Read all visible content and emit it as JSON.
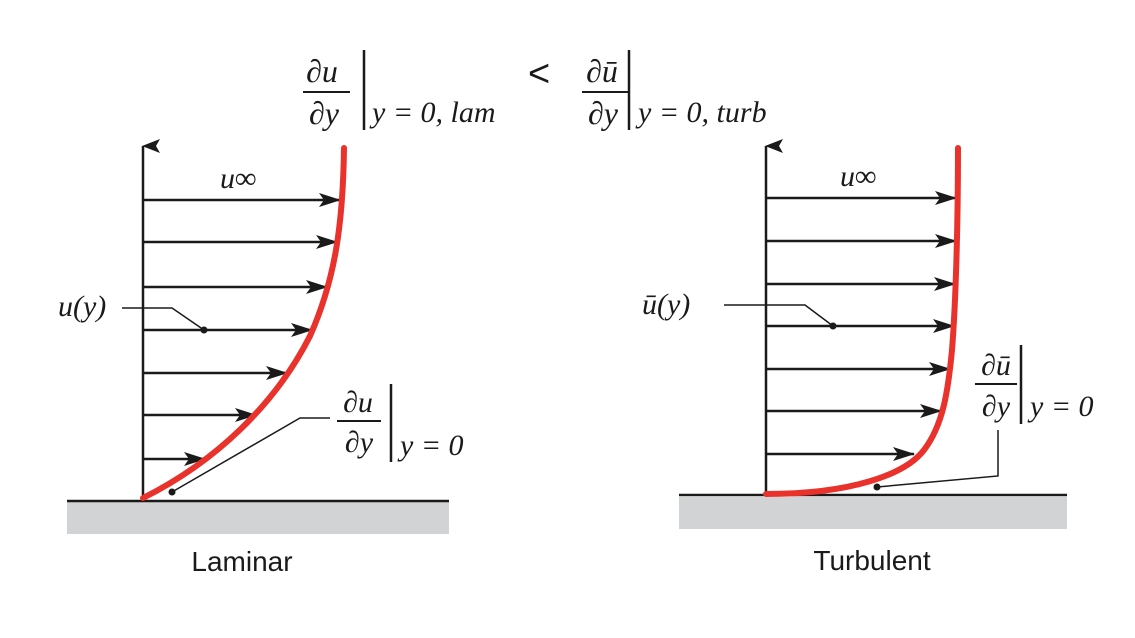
{
  "header": {
    "lhs_num": "∂u",
    "lhs_den": "∂y",
    "lhs_eval": "y = 0, lam",
    "relation": "<",
    "rhs_num": "∂ū",
    "rhs_den": "∂y",
    "rhs_eval": "y = 0, turb"
  },
  "laminar": {
    "caption": "Laminar",
    "freestream_label": "u∞",
    "profile_label": "u(y)",
    "gradient_num": "∂u",
    "gradient_den": "∂y",
    "gradient_eval": "y = 0"
  },
  "turbulent": {
    "caption": "Turbulent",
    "freestream_label": "u∞",
    "profile_label": "ū(y)",
    "gradient_num": "∂ū",
    "gradient_den": "∂y",
    "gradient_eval": "y = 0"
  },
  "colors": {
    "profile": "#e8322b",
    "wall": "#d2d3d5",
    "ink": "#1a1a1a"
  }
}
